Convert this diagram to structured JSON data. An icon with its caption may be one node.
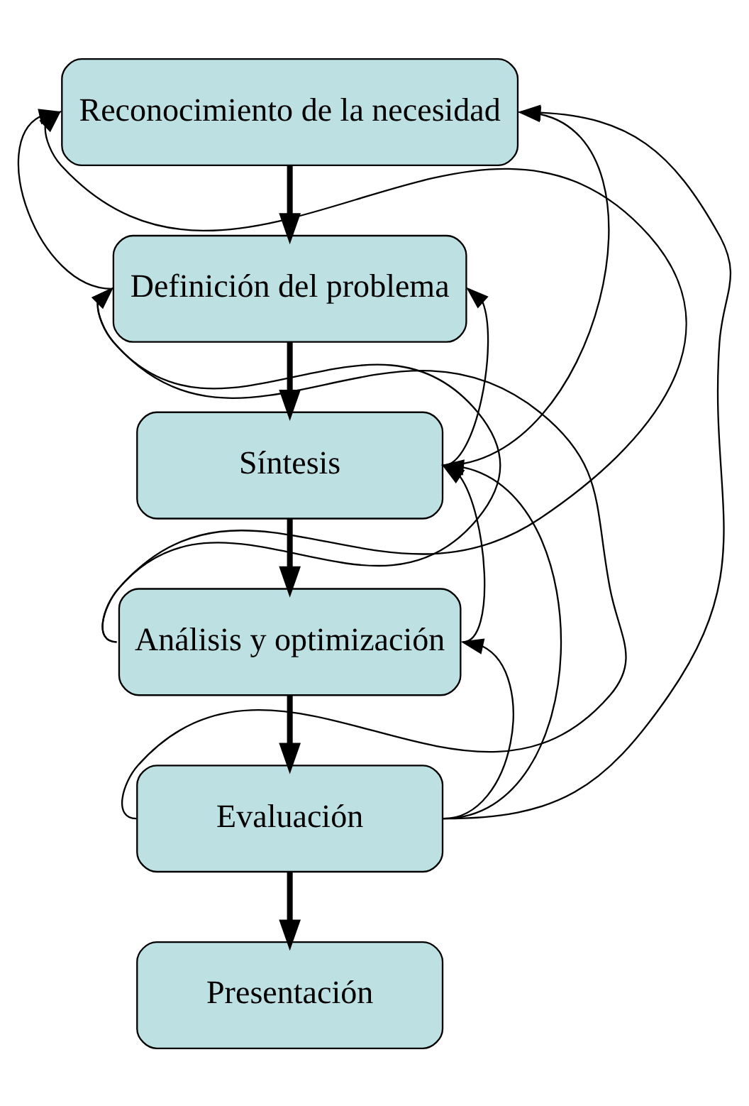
{
  "diagram": {
    "nodes": [
      {
        "text": [
          "Reconocimiento de la necesidad"
        ]
      },
      {
        "text": [
          "Definición del problema"
        ]
      },
      {
        "text": [
          "Síntesis"
        ]
      },
      {
        "text": [
          "Análisis y optimización"
        ]
      },
      {
        "text": [
          "Evaluación"
        ]
      },
      {
        "text": [
          "Presentación"
        ]
      }
    ],
    "edges": [
      {
        "from": 0,
        "to": 1,
        "arrow": "to",
        "style": "thick"
      },
      {
        "from": 1,
        "to": 2,
        "arrow": "to",
        "style": "thick"
      },
      {
        "from": 2,
        "to": 3,
        "arrow": "to",
        "style": "thick"
      },
      {
        "from": 3,
        "to": 4,
        "arrow": "to",
        "style": "thick"
      },
      {
        "from": 4,
        "to": 5,
        "arrow": "to",
        "style": "thick"
      },
      {
        "from": 1,
        "to": 0,
        "arrow": "to"
      },
      {
        "from": 3,
        "to": 0,
        "arrow": "to"
      },
      {
        "from": 4,
        "to": 1,
        "arrow": "to"
      },
      {
        "from": 3,
        "to": 1,
        "arrow": "to"
      },
      {
        "from": 2,
        "to": 1,
        "arrow": "to"
      },
      {
        "from": 2,
        "to": 0,
        "arrow": "to"
      },
      {
        "from": 3,
        "to": 2,
        "arrow": "to"
      },
      {
        "from": 4,
        "to": 2,
        "arrow": "to"
      },
      {
        "from": 4,
        "to": 3,
        "arrow": "to"
      },
      {
        "from": 4,
        "to": 0,
        "arrow": "to"
      }
    ]
  }
}
